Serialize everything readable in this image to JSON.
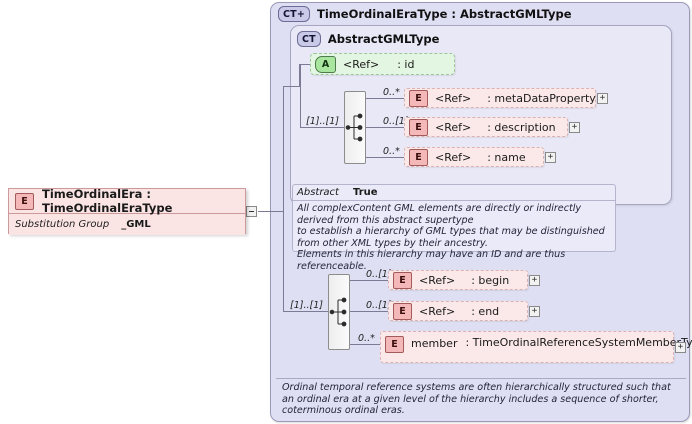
{
  "diagram": {
    "type": "xsd-schema-diagram",
    "title": "TimeOrdinalEra element diagram"
  },
  "left_element": {
    "badge": "E",
    "badge_icon": "element-icon",
    "title": "TimeOrdinalEra : TimeOrdinalEraType",
    "substitution_group_label": "Substitution Group",
    "substitution_group_value": "_GML",
    "connector": "minus-box"
  },
  "outer_type": {
    "badge": "CT+",
    "badge_icon": "complextype-expanded-icon",
    "title": "TimeOrdinalEraType : AbstractGMLType"
  },
  "inner_type": {
    "badge": "CT",
    "badge_icon": "complextype-icon",
    "title": "AbstractGMLType",
    "attribute": {
      "badge": "A",
      "badge_icon": "attribute-icon",
      "name": "<Ref>",
      "type": ": id"
    },
    "sequence": {
      "icon": "sequence-icon",
      "cardinality": "[1]..[1]",
      "items": [
        {
          "badge": "E",
          "icon": "element-icon",
          "name": "<Ref>",
          "type": ": metaDataProperty",
          "cardinality": "0..*",
          "expand": "+"
        },
        {
          "badge": "E",
          "icon": "element-icon",
          "name": "<Ref>",
          "type": ": description",
          "cardinality": "0..[1]",
          "expand": "+"
        },
        {
          "badge": "E",
          "icon": "element-icon",
          "name": "<Ref>",
          "type": ": name",
          "cardinality": "0..*",
          "expand": "+"
        }
      ]
    },
    "abstract_label": "Abstract",
    "abstract_value": "True",
    "documentation": "All complexContent GML elements are directly or indirectly derived from this abstract supertype\nto establish a hierarchy of GML types that may be distinguished from other XML types by their ancestry.\nElements in this hierarchy may have an ID and are thus referenceable."
  },
  "outer_sequence": {
    "icon": "sequence-icon",
    "cardinality": "[1]..[1]",
    "items": [
      {
        "badge": "E",
        "icon": "element-icon",
        "name": "<Ref>",
        "type": ": begin",
        "cardinality": "0..[1]",
        "expand": "+"
      },
      {
        "badge": "E",
        "icon": "element-icon",
        "name": "<Ref>",
        "type": ": end",
        "cardinality": "0..[1]",
        "expand": "+"
      },
      {
        "badge": "E",
        "icon": "element-icon",
        "name": "member",
        "type": ": TimeOrdinalReferenceSystemMemberType",
        "cardinality": "0..*",
        "expand": "+"
      }
    ]
  },
  "outer_documentation": "Ordinal temporal reference systems are often hierarchically structured such that an ordinal era at a given level of the hierarchy includes a sequence of shorter, coterminous ordinal eras.",
  "colors": {
    "outer_container": "#dfdff4",
    "inner_container": "#e8e8f7",
    "element_pink": "#fbe9e9",
    "element_badge": "#f4b8b8",
    "attribute_green": "#e3f6e1",
    "attribute_badge": "#a8e6a0",
    "type_badge": "#c9c9e8",
    "line": "#7b7b96"
  }
}
